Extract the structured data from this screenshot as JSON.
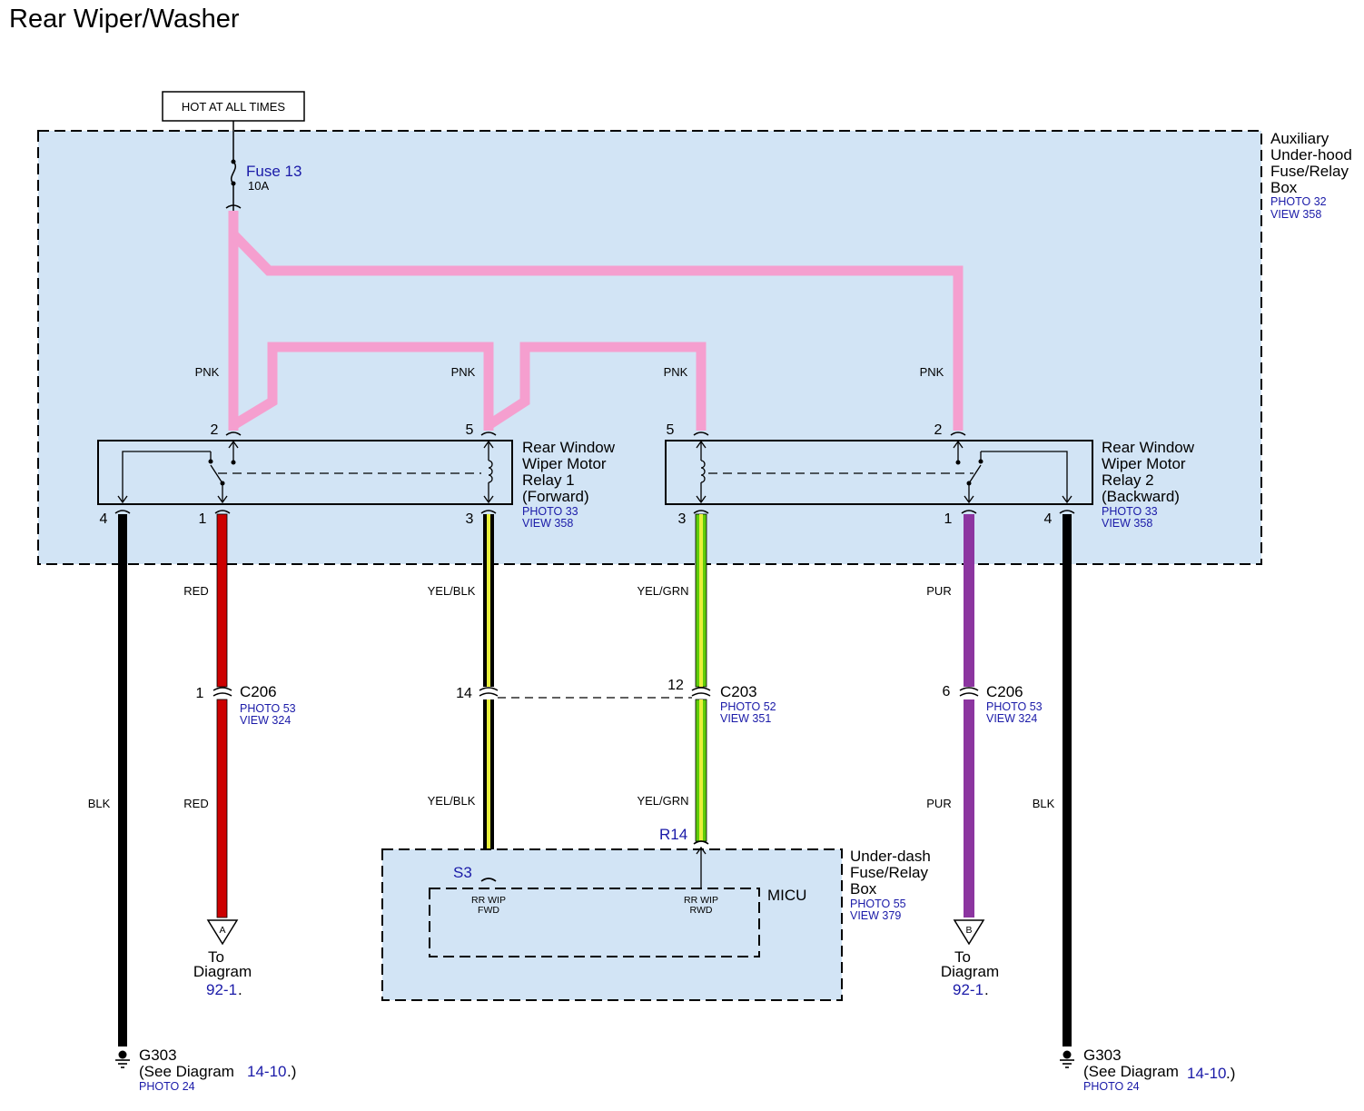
{
  "title": "Rear Wiper/Washer",
  "hot_label": "HOT AT ALL TIMES",
  "fuse": {
    "name": "Fuse 13",
    "rating": "10A"
  },
  "aux_box": {
    "lines": [
      "Auxiliary",
      "Under-hood",
      "Fuse/Relay",
      "Box"
    ],
    "photo": "PHOTO 32",
    "view": "VIEW 358"
  },
  "relay1": {
    "lines": [
      "Rear Window",
      "Wiper Motor",
      "Relay 1",
      "(Forward)"
    ],
    "photo": "PHOTO 33",
    "view": "VIEW 358",
    "pins": [
      "2",
      "5",
      "4",
      "1",
      "3"
    ]
  },
  "relay2": {
    "lines": [
      "Rear Window",
      "Wiper Motor",
      "Relay 2",
      "(Backward)"
    ],
    "photo": "PHOTO 33",
    "view": "VIEW 358",
    "pins": [
      "5",
      "2",
      "3",
      "1",
      "4"
    ]
  },
  "wire_colors": {
    "pnk": "PNK",
    "red": "RED",
    "blk": "BLK",
    "yel_blk": "YEL/BLK",
    "yel_grn": "YEL/GRN",
    "pur": "PUR"
  },
  "colors": {
    "pink": "#f59fcf",
    "red": "#cc0000",
    "black": "#000000",
    "yellow": "#e8ef3a",
    "green": "#5fcc0a",
    "purple": "#8c35a0",
    "box_fill": "#d2e4f5",
    "label_blue": "#1a1aa8"
  },
  "c206_left": {
    "pin": "1",
    "name": "C206",
    "photo": "PHOTO 53",
    "view": "VIEW 324"
  },
  "c203": {
    "pin_left": "14",
    "pin_right": "12",
    "name": "C203",
    "photo": "PHOTO 52",
    "view": "VIEW 351"
  },
  "c206_right": {
    "pin": "6",
    "name": "C206",
    "photo": "PHOTO 53",
    "view": "VIEW 324"
  },
  "micu": {
    "pin_s3": "S3",
    "pin_r14": "R14",
    "box_lines": [
      "Under-dash",
      "Fuse/Relay",
      "Box"
    ],
    "box_photo": "PHOTO 55",
    "box_view": "VIEW 379",
    "name": "MICU",
    "fwd_lines": [
      "RR WIP",
      "FWD"
    ],
    "rwd_lines": [
      "RR WIP",
      "RWD"
    ]
  },
  "to_diagram_a": {
    "letter": "A",
    "line1": "To",
    "line2": "Diagram",
    "ref": "92-1",
    "dot": "."
  },
  "to_diagram_b": {
    "letter": "B",
    "line1": "To",
    "line2": "Diagram",
    "ref": "92-1",
    "dot": "."
  },
  "ground_left": {
    "name": "G303",
    "see": "(See Diagram",
    "ref": "14-10",
    "close": ".)",
    "photo": "PHOTO 24"
  },
  "ground_right": {
    "name": "G303",
    "see": "(See Diagram",
    "ref": "14-10",
    "close": ".)",
    "photo": "PHOTO 24"
  }
}
